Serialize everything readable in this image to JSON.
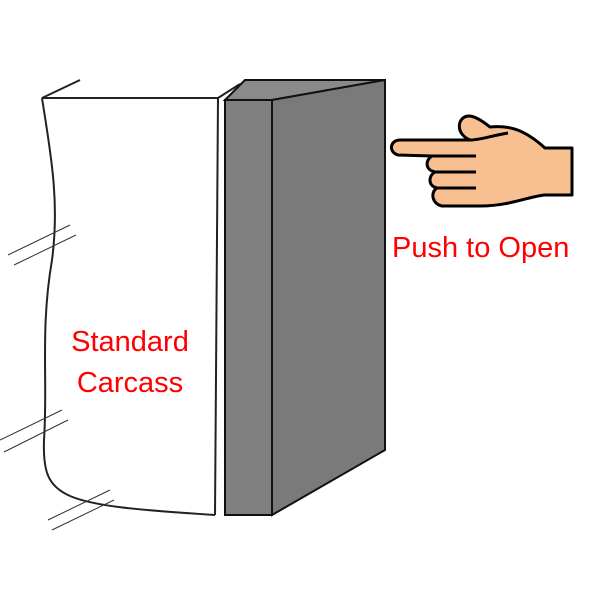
{
  "labels": {
    "carcass_line1": "Standard",
    "carcass_line2": "Carcass",
    "action": "Push to Open"
  },
  "colors": {
    "text": "#ff0000",
    "door_front": "#808080",
    "door_side": "#7a7a7a",
    "hand": "#f8bf90"
  }
}
